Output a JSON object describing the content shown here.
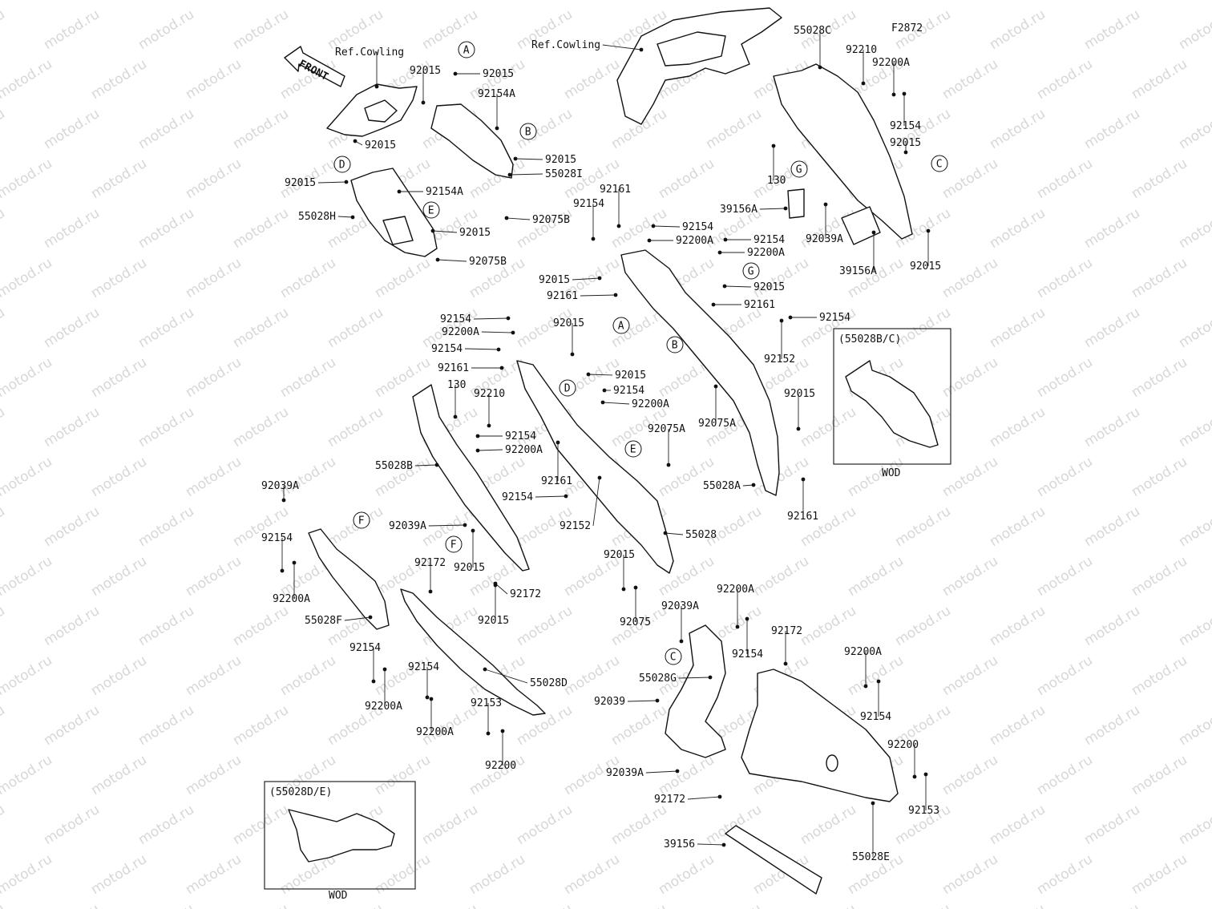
{
  "figure_code": "F2872",
  "front_arrow": "FRONT",
  "watermark": "motod.ru",
  "callout_letters": [
    "A",
    "B",
    "C",
    "D",
    "E",
    "F",
    "G"
  ],
  "inset_bc": {
    "title": "(55028B/C)",
    "footer": "WOD"
  },
  "inset_de": {
    "title": "(55028D/E)",
    "footer": "WOD"
  },
  "part_labels": [
    "Ref.Cowling",
    "92015",
    "92015",
    "92154A",
    "92015",
    "92015",
    "55028I",
    "92015",
    "92154A",
    "55028H",
    "92015",
    "92075B",
    "92075B",
    "Ref.Cowling",
    "55028C",
    "92210",
    "92200A",
    "92154",
    "92015",
    "130",
    "39156A",
    "92039A",
    "39156A",
    "92015",
    "92161",
    "92154",
    "92154",
    "92200A",
    "92154",
    "92200A",
    "92015",
    "92161",
    "92015",
    "92161",
    "92154",
    "92154",
    "92200A",
    "92015",
    "92154",
    "92161",
    "92015",
    "92154",
    "92200A",
    "130",
    "92210",
    "92154",
    "92200A",
    "92075A",
    "92152",
    "92015",
    "92075A",
    "55028B",
    "55028A",
    "92161",
    "92154",
    "92161",
    "92152",
    "55028",
    "92039A",
    "92154",
    "92200A",
    "92039A",
    "92172",
    "92015",
    "92172",
    "92015",
    "55028F",
    "92015",
    "92075",
    "92154",
    "92154",
    "55028D",
    "92200A",
    "92200A",
    "92153",
    "92200",
    "92039A",
    "92200A",
    "92154",
    "92172",
    "55028G",
    "92200A",
    "92154",
    "92039",
    "92039A",
    "92172",
    "92200",
    "92153",
    "39156",
    "55028E"
  ]
}
